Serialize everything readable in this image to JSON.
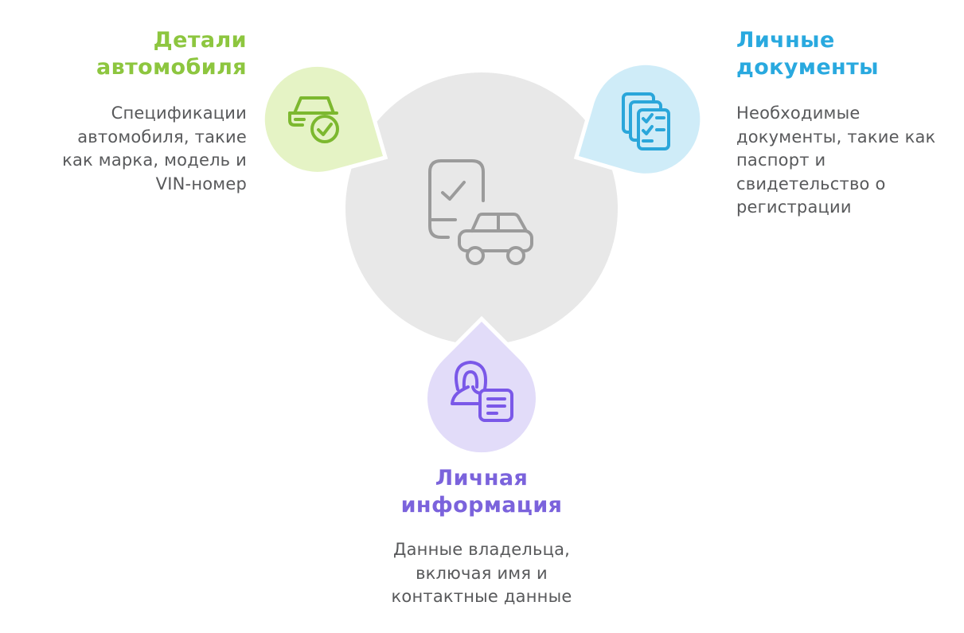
{
  "sections": [
    {
      "id": "car-details",
      "title_lines": [
        "Детали",
        "автомобиля"
      ],
      "desc_lines": [
        "Спецификации",
        "автомобиля, такие",
        "как марка, модель и",
        "VIN-номер"
      ],
      "accent": "#8dc63f",
      "fill": "#e5f3c5",
      "icon_stroke": "#7cb82f",
      "icon": "car-check-icon"
    },
    {
      "id": "personal-documents",
      "title_lines": [
        "Личные",
        "документы"
      ],
      "desc_lines": [
        "Необходимые",
        "документы, такие как",
        "паспорт и",
        "свидетельство о",
        "регистрации"
      ],
      "accent": "#29a9df",
      "fill": "#cfecf8",
      "icon_stroke": "#2aa6da",
      "icon": "documents-icon"
    },
    {
      "id": "personal-information",
      "title_lines": [
        "Личная",
        "информация"
      ],
      "desc_lines": [
        "Данные владельца,",
        "включая имя и",
        "контактные данные"
      ],
      "accent": "#7b63dc",
      "fill": "#e2dcf9",
      "icon_stroke": "#7a58e8",
      "icon": "person-document-icon"
    }
  ],
  "center": {
    "fill": "#e8e8e8",
    "icon_stroke": "#9b9b9b",
    "icon": "phone-check-car-icon",
    "text_color": "#58595b"
  }
}
